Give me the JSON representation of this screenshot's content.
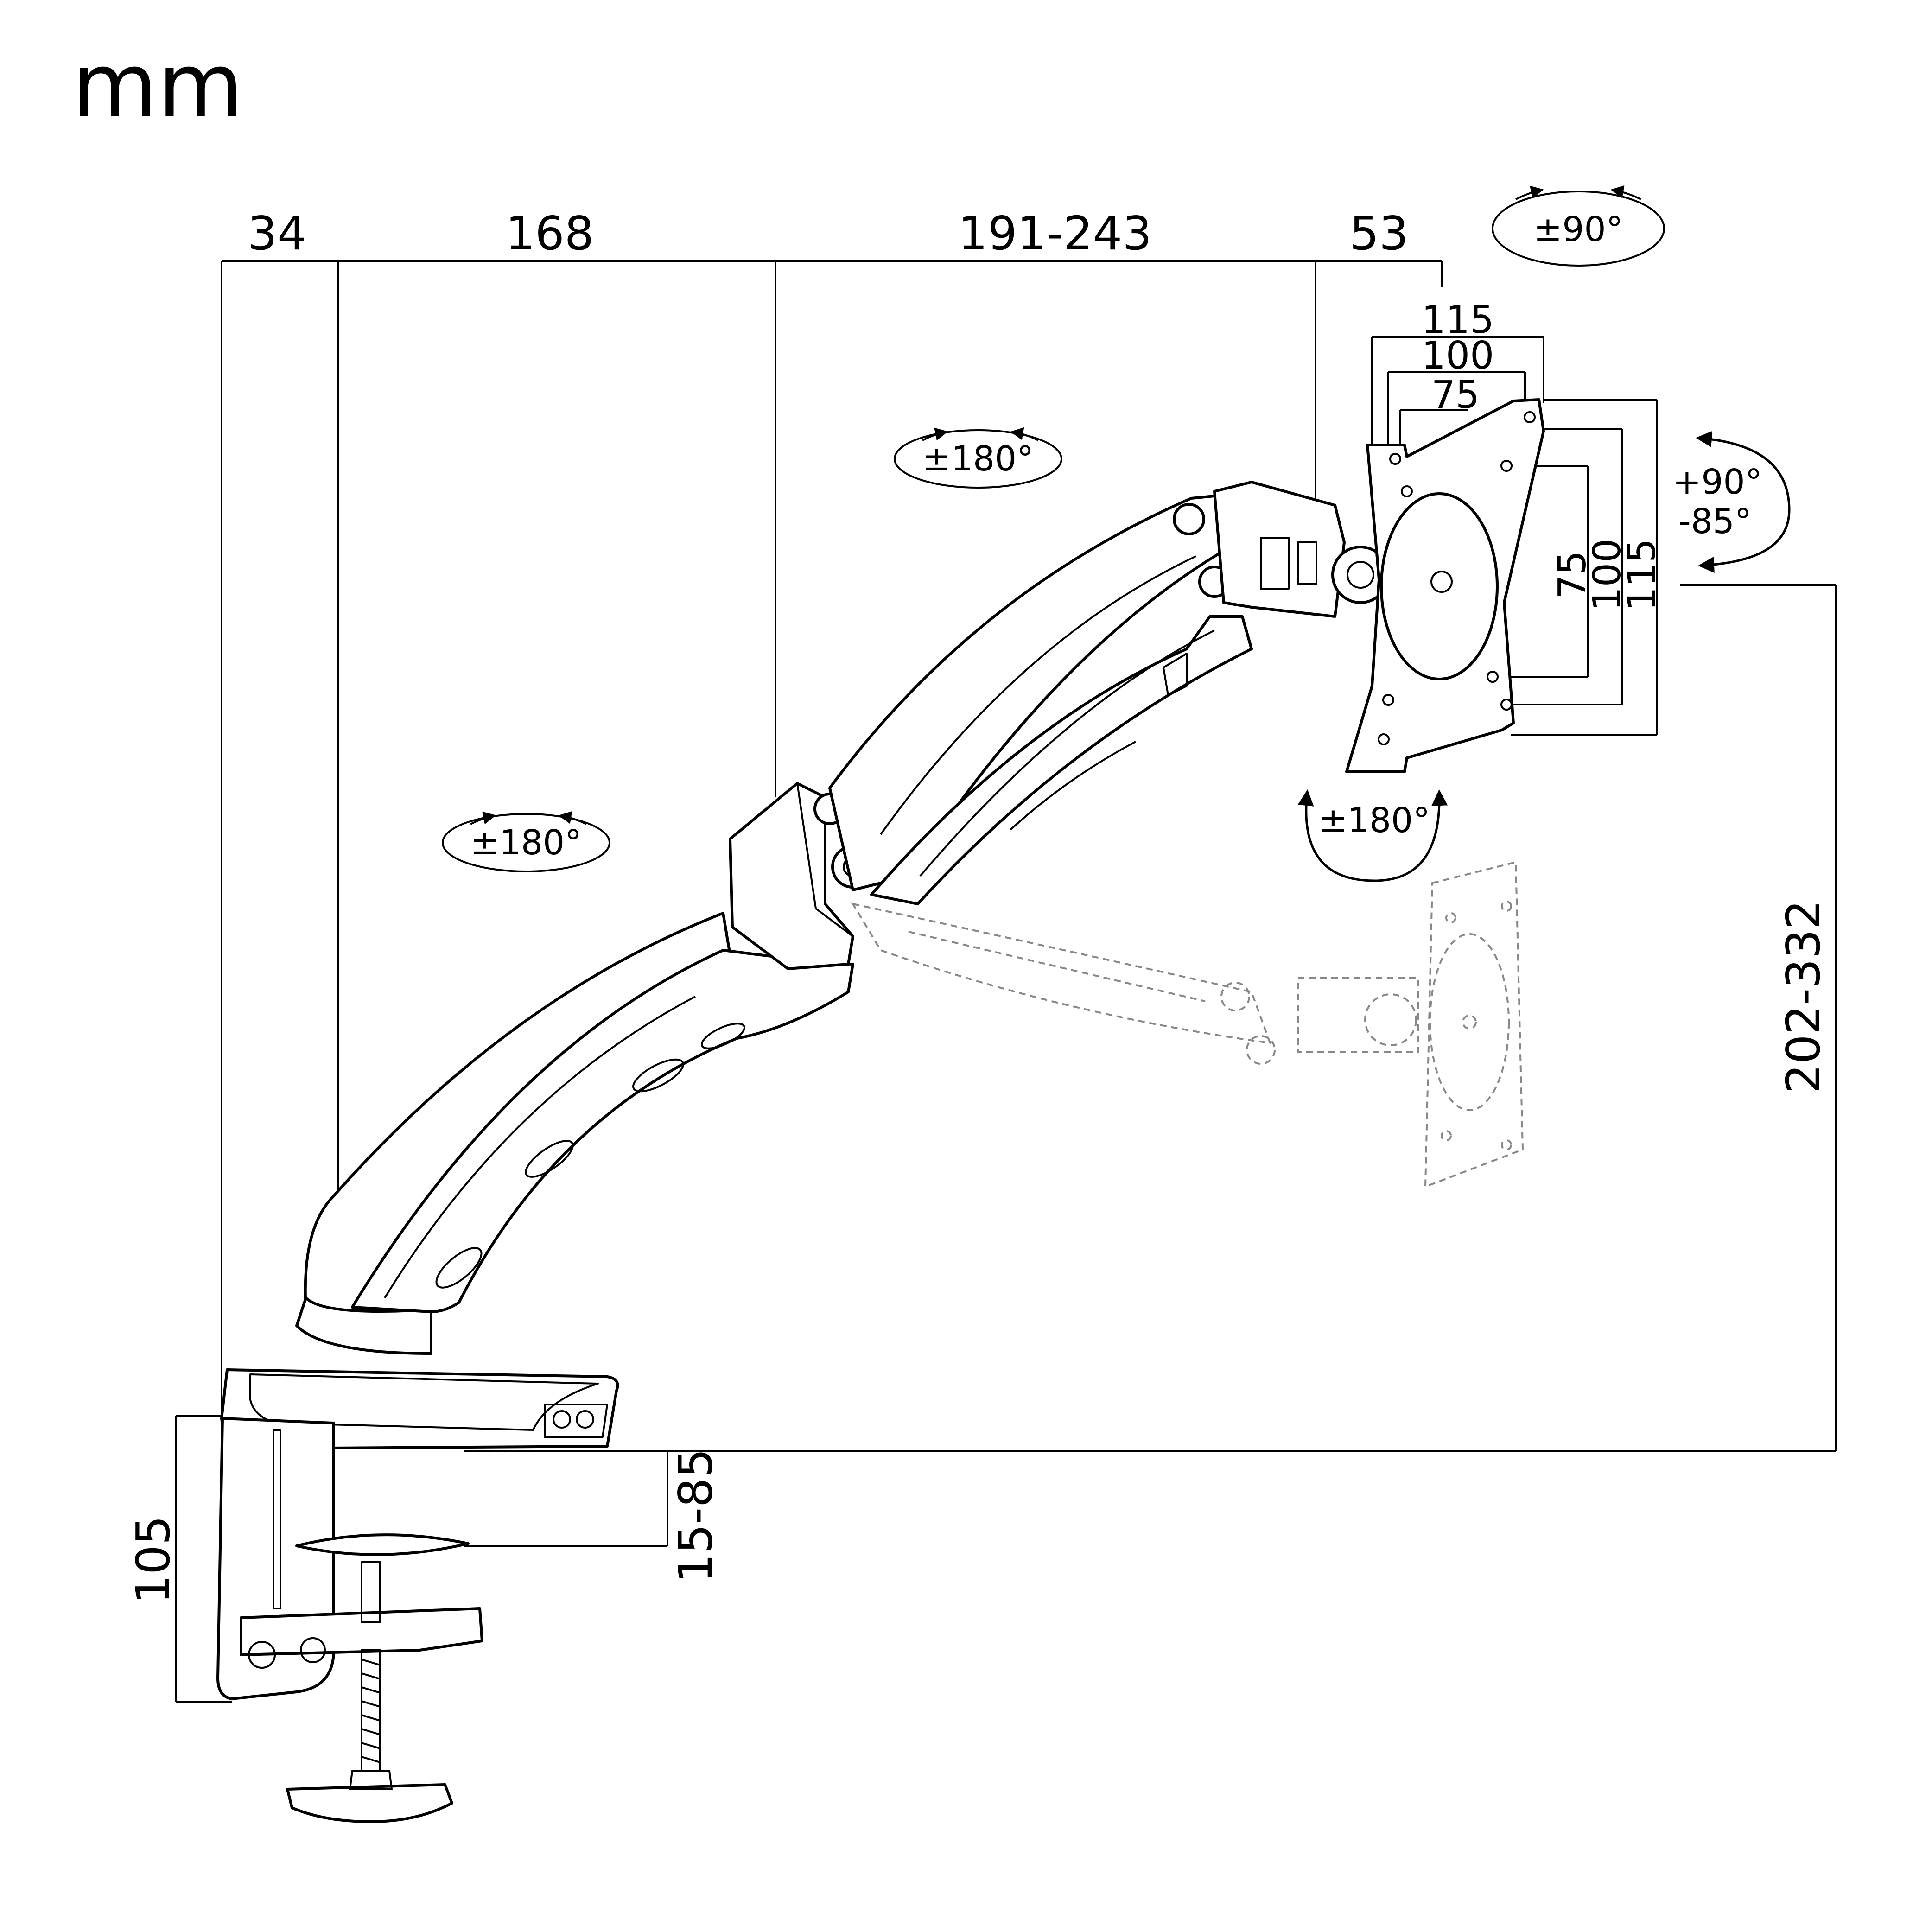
{
  "unit": "mm",
  "top_dimensions": [
    "34",
    "168",
    "191-243",
    "53"
  ],
  "vesa": {
    "horizontal": [
      "115",
      "100",
      "75"
    ],
    "vertical": [
      "75",
      "100",
      "115"
    ]
  },
  "height_range": "202-332",
  "clamp_height": "105",
  "desk_thickness": "15-85",
  "rotations": {
    "screen_swivel": "±90°",
    "upper_arm": "±180°",
    "lower_arm": "±180°",
    "screen_rotate": "±180°",
    "tilt_up": "+90°",
    "tilt_down": "-85°"
  }
}
